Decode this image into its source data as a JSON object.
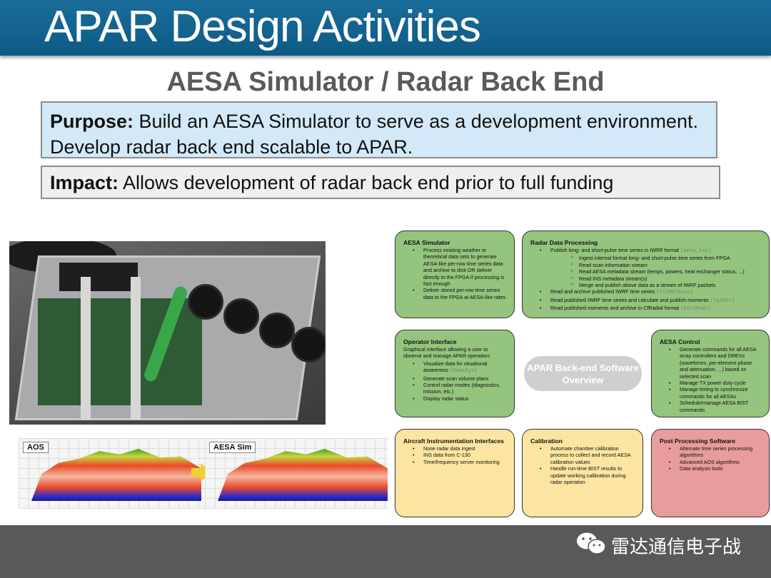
{
  "slide": {
    "title": "APAR Design Activities",
    "subtitle": "AESA Simulator / Radar Back End",
    "purpose": {
      "label": "Purpose:",
      "text": " Build an AESA Simulator to serve as a development environment.  Develop radar back end scalable to APAR."
    },
    "impact": {
      "label": "Impact:",
      "text": " Allows development of radar back end prior to full funding"
    }
  },
  "images": {
    "radar_left_tag": "AOS",
    "radar_right_tag": "AESA Sim"
  },
  "diagram": {
    "center": "APAR Back-end Software Overview",
    "aesa_simulator": {
      "title": "AESA Simulator",
      "items": [
        "Process existing weather or theoretical data sets to generate AESA-like per-row time series data and archive to disk OR deliver directly to the FPGA if processing is fast enough",
        "Deliver stored per-row time series data to the FPGA at AESA-like rates"
      ]
    },
    "radar_data_processing": {
      "title": "Radar Data Processing",
      "item1": "Publish long- and short-pulse time series in IWRF format",
      "item1_tag": "(aesa_tsp)",
      "subitems": [
        "Ingest internal format long- and short-pulse time series from FPGA",
        "Read scan information stream",
        "Read AESA metadata stream (temps, powers, heat exchanger status, ...)",
        "Read INS metadata stream(s)",
        "Merge and publish above data as a stream of IWRF packets"
      ],
      "item2": "Read and archive published IWRF time series",
      "item2_tag": "(Ts2NetSave)",
      "item3": "Read published IWRF time series and calculate and publish moments",
      "item3_tag": "(Iq2Dsr)",
      "item4": "Read published moments and archive in CfRadial format",
      "item4_tag": "(Dsr2Radx)"
    },
    "operator_interface": {
      "title": "Operator Interface",
      "intro": "Graphical interface allowing a user to observe and manage APAR operation:",
      "item1": "Visualize data for situational awareness",
      "item1_tag": "(HawkEye)",
      "items": [
        "Generate scan volume plans",
        "Control radar modes (diagnostics, mission, etc.)",
        "Display radar status"
      ]
    },
    "aesa_control": {
      "title": "AESA Control",
      "items": [
        "Generate commands for all AESA array controllers and DREXs (waveforms, per-element phase and attenuation, ...) based on selected scan",
        "Manage TX power duty cycle",
        "Manage timing to synchronize commands for all AESAs",
        "Schedule/manage AESA BIST commands"
      ]
    },
    "aircraft_instrumentation": {
      "title": "Aircraft Instrumentation Interfaces",
      "items": [
        "Nose radar data ingest",
        "INS data from C-130",
        "Time/frequency server monitoring"
      ]
    },
    "calibration": {
      "title": "Calibration",
      "items": [
        "Automate chamber calibration process to collect and record AESA calibration values",
        "Handle run-time BIST results to update working calibration during radar operation"
      ]
    },
    "post_processing": {
      "title": "Post Processing Software",
      "items": [
        "Alternate time series processing algorithms",
        "Advanced AOS algorithms",
        "Data analysis tools"
      ]
    }
  },
  "footer": {
    "text": "雷达通信电子战",
    "icon": "wechat-icon"
  },
  "colors": {
    "title_bar": "#0d5a86",
    "purpose_bg": "#d3e9f7",
    "green": "#94c47d",
    "yellow": "#fce5a0",
    "red": "#e99c9c",
    "footer": "#595959"
  }
}
